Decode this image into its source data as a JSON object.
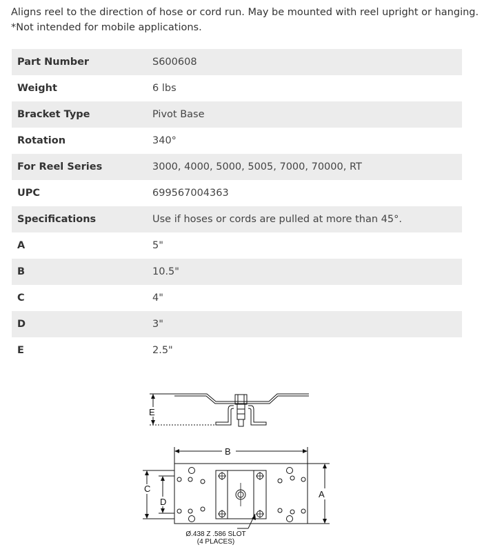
{
  "intro": {
    "line1": "Aligns reel to the direction of hose or cord run. May be mounted with reel upright or hanging.",
    "line2": "*Not intended for mobile applications."
  },
  "specs": [
    {
      "label": "Part Number",
      "value": "S600608"
    },
    {
      "label": "Weight",
      "value": "6 lbs"
    },
    {
      "label": "Bracket Type",
      "value": "Pivot Base"
    },
    {
      "label": "Rotation",
      "value": "340°"
    },
    {
      "label": "For Reel Series",
      "value": "3000, 4000, 5000, 5005, 7000, 70000, RT"
    },
    {
      "label": "UPC",
      "value": "699567004363"
    },
    {
      "label": "Specifications",
      "value": "Use if hoses or cords are pulled at more than 45°."
    },
    {
      "label": "A",
      "value": "5\""
    },
    {
      "label": "B",
      "value": "10.5\""
    },
    {
      "label": "C",
      "value": "4\""
    },
    {
      "label": "D",
      "value": "3\""
    },
    {
      "label": "E",
      "value": "2.5\""
    }
  ],
  "drawing": {
    "label_a": "A",
    "label_b": "B",
    "label_c": "C",
    "label_d": "D",
    "label_e": "E",
    "slot_note_line1": "Ø.438 Z .586 SLOT",
    "slot_note_line2": "(4 PLACES)"
  }
}
